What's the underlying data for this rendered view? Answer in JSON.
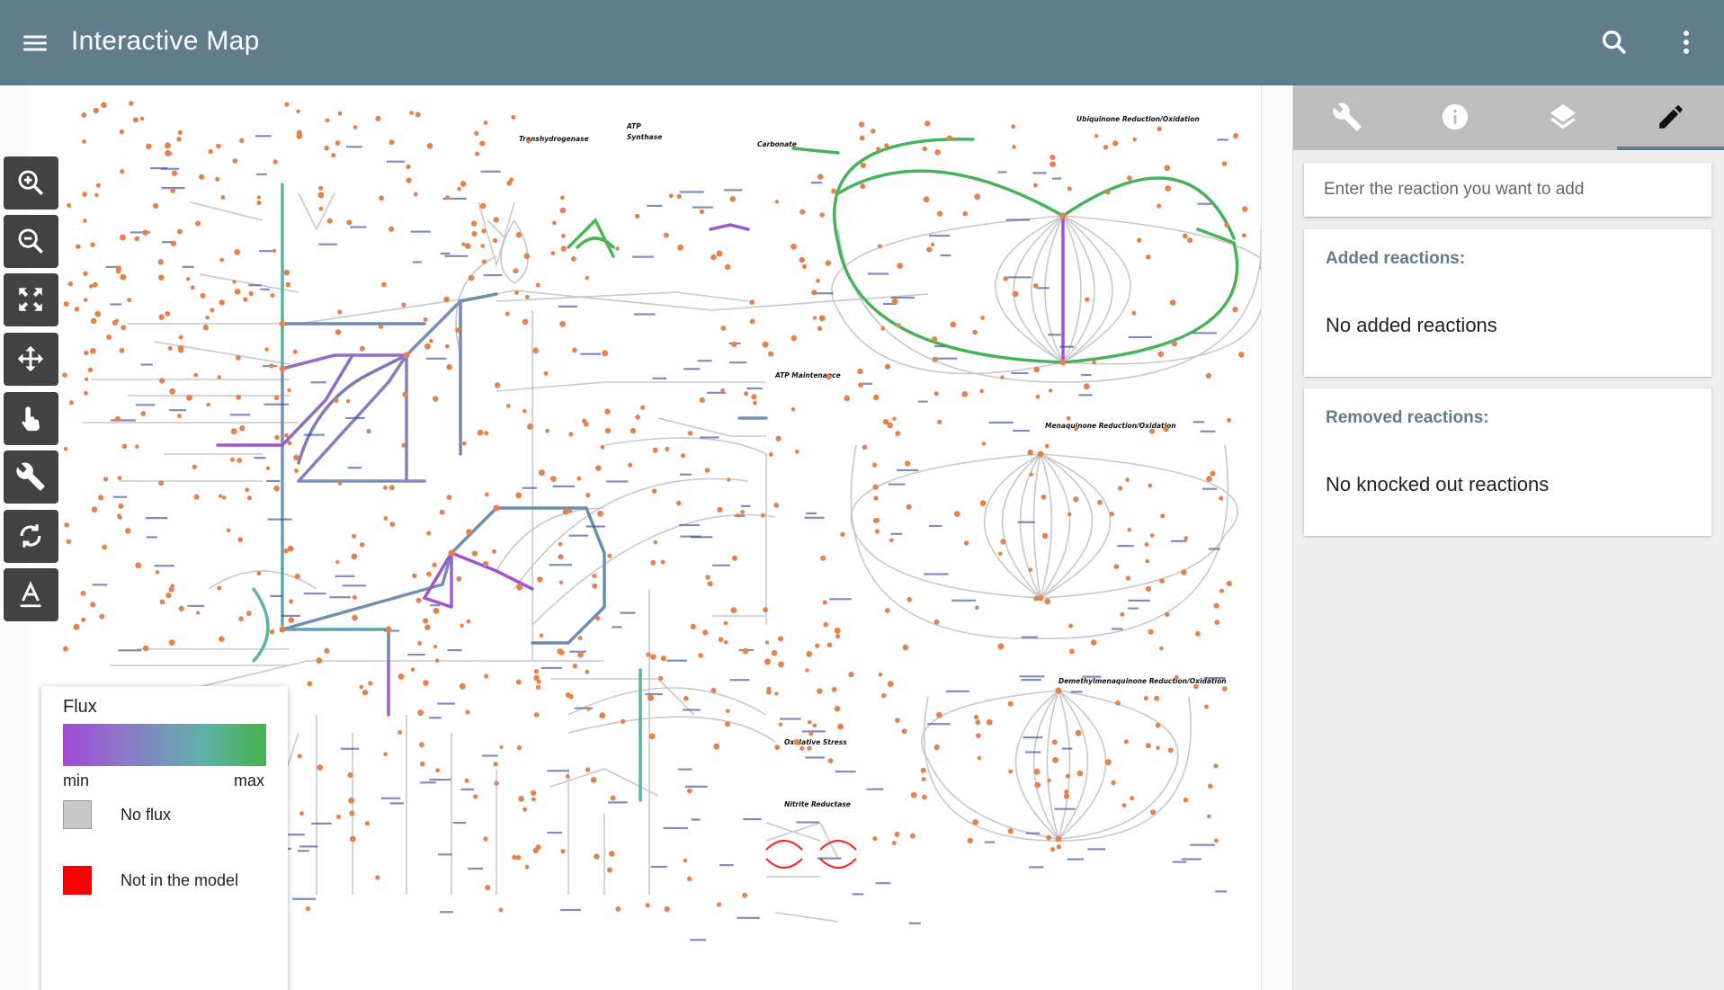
{
  "appbar": {
    "title": "Interactive Map",
    "menu_icon": "menu-icon",
    "search_icon": "search-icon",
    "more_icon": "more-vert-icon",
    "color": "#607d8b"
  },
  "toolbar": {
    "tools": [
      {
        "name": "zoom-in-icon"
      },
      {
        "name": "zoom-out-icon"
      },
      {
        "name": "zoom-extent-icon"
      },
      {
        "name": "pan-icon"
      },
      {
        "name": "select-icon"
      },
      {
        "name": "settings-icon"
      },
      {
        "name": "refresh-icon"
      },
      {
        "name": "text-icon"
      }
    ]
  },
  "map": {
    "subsystem_titles": [
      "Transhydrogenase",
      "ATP",
      "Synthase",
      "Carbonate",
      "Ubiquinone Reduction/Oxidation",
      "ATP Maintenance",
      "Menaquinone Reduction/Oxidation",
      "Oxidative Stress",
      "Nitrite Reductase",
      "Demethylmenaquinone Reduction/Oxidation"
    ],
    "colors": {
      "min_flux": "#a349d6",
      "max_flux": "#44b34b",
      "mid_flux": "#7a8fa8",
      "no_flux": "#c8c8c8",
      "not_in_model": "#ff0000",
      "metabolite_node": "#e8804a"
    }
  },
  "legend": {
    "title": "Flux",
    "min_label": "min",
    "max_label": "max",
    "no_flux_label": "No flux",
    "not_in_model_label": "Not in the model"
  },
  "panel": {
    "tabs": [
      {
        "icon": "wrench-icon"
      },
      {
        "icon": "info-icon"
      },
      {
        "icon": "layers-icon"
      },
      {
        "icon": "pencil-icon"
      }
    ],
    "active_tab": "pencil-icon",
    "reaction_input_placeholder": "Enter the reaction you want to add",
    "added": {
      "heading": "Added reactions:",
      "empty_text": "No added reactions"
    },
    "removed": {
      "heading": "Removed reactions:",
      "empty_text": "No knocked out reactions"
    }
  }
}
